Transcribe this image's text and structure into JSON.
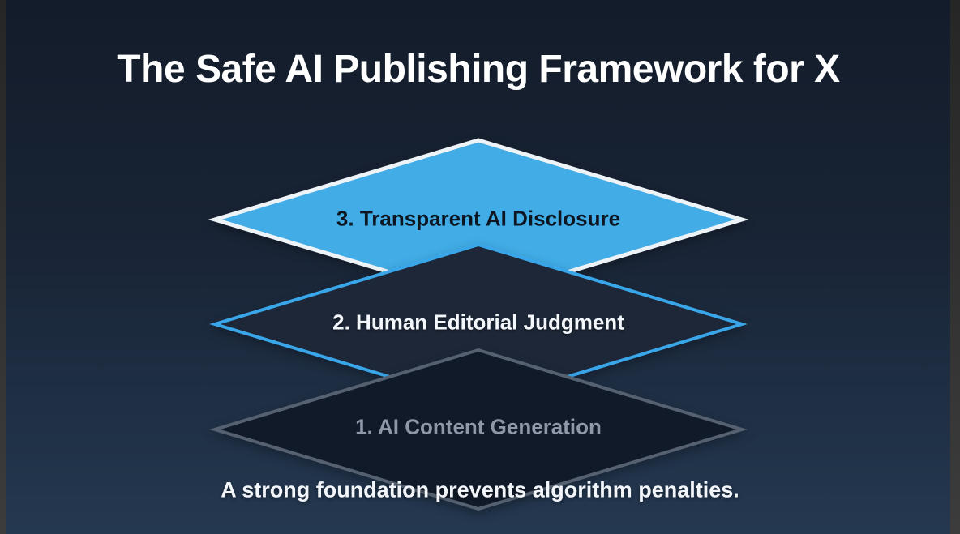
{
  "slide": {
    "title": "The Safe AI Publishing Framework for X",
    "caption": "A strong foundation prevents algorithm penalties."
  },
  "pyramid": {
    "type": "stacked-diamond-layers",
    "layers": [
      {
        "label": "3. Transparent AI Disclosure"
      },
      {
        "label": "2. Human Editorial Judgment"
      },
      {
        "label": "1. AI Content Generation"
      }
    ]
  },
  "colors": {
    "bg-top": "#131c2a",
    "bg-mid": "#182334",
    "bg-bottom": "#243850",
    "pillar-top": "#262626",
    "pillar-bottom": "#3c3c3c",
    "title-text": "#ffffff",
    "caption-text": "#f2f5f9",
    "layer3-fill": "#41ace6",
    "layer3-border": "#eef3f7",
    "layer3-text": "#0d1520",
    "layer2-fill": "#1d2737",
    "layer2-border": "#3aa6ea",
    "layer2-text": "#f4f7fb",
    "layer1-fill": "#111a29",
    "layer1-border": "#556070",
    "layer1-text": "#8e98a8"
  }
}
